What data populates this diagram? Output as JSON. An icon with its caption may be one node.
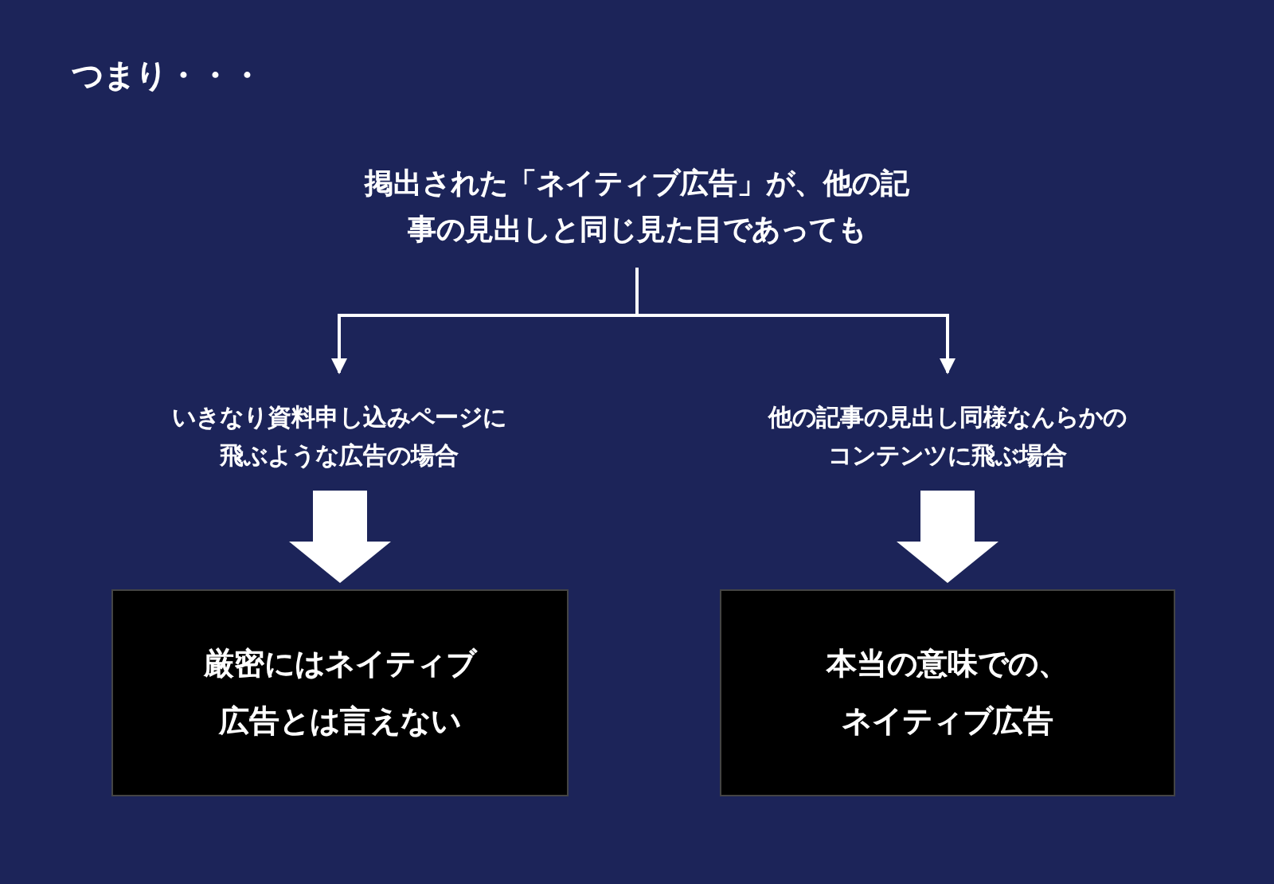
{
  "diagram": {
    "title": "つまり・・・",
    "nodes": [
      {
        "text": [
          "掲出された「ネイティブ広告」が、他の記事の見出しと同じ見た目であっても"
        ]
      },
      {
        "text": [
          "いきなり資料申し込みページに飛ぶような広告の場合"
        ]
      },
      {
        "text": [
          "他の記事の見出し同様なんらかのコンテンツに飛ぶ場合"
        ]
      },
      {
        "text": [
          "厳密にはネイティブ広告とは言えない"
        ]
      },
      {
        "text": [
          "本当の意味での、ネイティブ広告"
        ]
      }
    ],
    "edges": [
      {
        "from": 0,
        "to": 1,
        "arrow": "to"
      },
      {
        "from": 0,
        "to": 2,
        "arrow": "to"
      },
      {
        "from": 1,
        "to": 3,
        "arrow": "to",
        "style": "thick"
      },
      {
        "from": 2,
        "to": 4,
        "arrow": "to",
        "style": "thick"
      }
    ]
  }
}
